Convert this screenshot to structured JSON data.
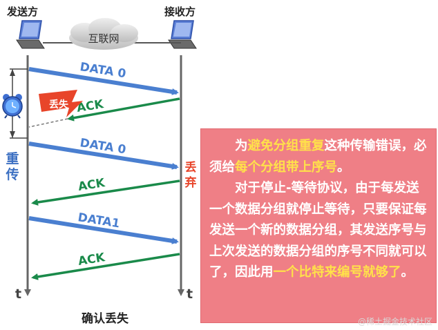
{
  "labels": {
    "sender": "发送方",
    "receiver": "接收方",
    "internet": "互联网",
    "data0_first": "DATA 0",
    "ack_first": "ACK",
    "lost_badge": "丢失",
    "resend": "重传",
    "data0_second": "DATA 0",
    "discard": "丢弃",
    "ack_second": "ACK",
    "data1": "DATA1",
    "ack_third": "ACK",
    "time_left": "t",
    "time_right": "t",
    "caption": "确认丢失"
  },
  "note": {
    "p1_a": "为",
    "p1_hl1": "避免分组重复",
    "p1_b": "这种传输错误，必须给",
    "p1_hl2": "每个分组带上序号",
    "p1_c": "。",
    "p2": "对于停止-等待协议，由于每发送一个数据分组就停止等待，只要保证每发送一个新的数据分组，其发送序号与上次发送的数据分组的序号不同就可以了，因此用",
    "p2_hl": "一个比特来编号就够了",
    "p2_end": "。"
  },
  "watermark": "@稀土掘金技术社区",
  "colors": {
    "data_arrow": "#4a7fd0",
    "ack_arrow": "#1a8a4a",
    "lost_badge_bg": "#e8452a",
    "discard_text": "#e8452a",
    "resend_text": "#3b6fc2",
    "note_bg": "#ef7f86",
    "highlight": "#ffe14a",
    "timeline": "#666666"
  },
  "icons": [
    "laptop-icon",
    "cloud-icon",
    "alarm-clock-icon",
    "lightning-icon"
  ]
}
